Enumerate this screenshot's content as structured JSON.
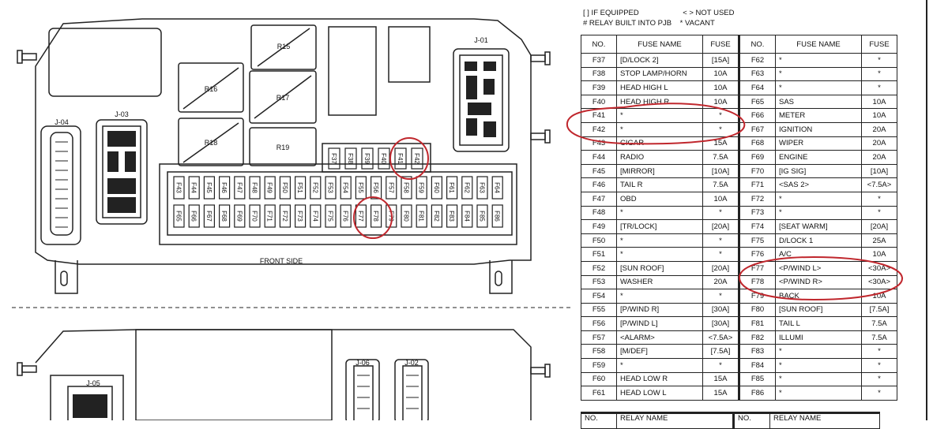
{
  "legend": {
    "if_equipped": "[ ] IF EQUIPPED",
    "not_used": "< > NOT USED",
    "relay_built": "# RELAY BUILT INTO PJB",
    "vacant": "*  VACANT"
  },
  "headers": {
    "no": "NO.",
    "fuse_name": "FUSE NAME",
    "fuse": "FUSE"
  },
  "relay_headers": {
    "no": "NO.",
    "relay_name": "RELAY NAME"
  },
  "left_rows": [
    {
      "no": "F37",
      "name": "[D/LOCK 2]",
      "fuse": "[15A]"
    },
    {
      "no": "F38",
      "name": "STOP LAMP/HORN",
      "fuse": "10A"
    },
    {
      "no": "F39",
      "name": "HEAD HIGH L",
      "fuse": "10A"
    },
    {
      "no": "F40",
      "name": "HEAD HIGH R",
      "fuse": "10A"
    },
    {
      "no": "F41",
      "name": "*",
      "fuse": "*"
    },
    {
      "no": "F42",
      "name": "*",
      "fuse": "*"
    },
    {
      "no": "F43",
      "name": "CIGAR",
      "fuse": "15A"
    },
    {
      "no": "F44",
      "name": "RADIO",
      "fuse": "7.5A"
    },
    {
      "no": "F45",
      "name": "[MIRROR]",
      "fuse": "[10A]"
    },
    {
      "no": "F46",
      "name": "TAIL R",
      "fuse": "7.5A"
    },
    {
      "no": "F47",
      "name": "OBD",
      "fuse": "10A"
    },
    {
      "no": "F48",
      "name": "*",
      "fuse": "*"
    },
    {
      "no": "F49",
      "name": "[TR/LOCK]",
      "fuse": "[20A]"
    },
    {
      "no": "F50",
      "name": "*",
      "fuse": "*"
    },
    {
      "no": "F51",
      "name": "*",
      "fuse": "*"
    },
    {
      "no": "F52",
      "name": "[SUN ROOF]",
      "fuse": "[20A]"
    },
    {
      "no": "F53",
      "name": "WASHER",
      "fuse": "20A"
    },
    {
      "no": "F54",
      "name": "*",
      "fuse": "*"
    },
    {
      "no": "F55",
      "name": "[P/WIND R]",
      "fuse": "[30A]"
    },
    {
      "no": "F56",
      "name": "[P/WIND L]",
      "fuse": "[30A]"
    },
    {
      "no": "F57",
      "name": "<ALARM>",
      "fuse": "<7.5A>"
    },
    {
      "no": "F58",
      "name": "[M/DEF]",
      "fuse": "[7.5A]"
    },
    {
      "no": "F59",
      "name": "*",
      "fuse": "*"
    },
    {
      "no": "F60",
      "name": "HEAD LOW R",
      "fuse": "15A"
    },
    {
      "no": "F61",
      "name": "HEAD LOW L",
      "fuse": "15A"
    }
  ],
  "right_rows": [
    {
      "no": "F62",
      "name": "*",
      "fuse": "*"
    },
    {
      "no": "F63",
      "name": "*",
      "fuse": "*"
    },
    {
      "no": "F64",
      "name": "*",
      "fuse": "*"
    },
    {
      "no": "F65",
      "name": "SAS",
      "fuse": "10A"
    },
    {
      "no": "F66",
      "name": "METER",
      "fuse": "10A"
    },
    {
      "no": "F67",
      "name": "IGNITION",
      "fuse": "20A"
    },
    {
      "no": "F68",
      "name": "WIPER",
      "fuse": "20A"
    },
    {
      "no": "F69",
      "name": "ENGINE",
      "fuse": "20A"
    },
    {
      "no": "F70",
      "name": "[IG SIG]",
      "fuse": "[10A]"
    },
    {
      "no": "F71",
      "name": "<SAS 2>",
      "fuse": "<7.5A>"
    },
    {
      "no": "F72",
      "name": "*",
      "fuse": "*"
    },
    {
      "no": "F73",
      "name": "*",
      "fuse": "*"
    },
    {
      "no": "F74",
      "name": "[SEAT WARM]",
      "fuse": "[20A]"
    },
    {
      "no": "F75",
      "name": "D/LOCK 1",
      "fuse": "25A"
    },
    {
      "no": "F76",
      "name": "A/C",
      "fuse": "10A"
    },
    {
      "no": "F77",
      "name": "<P/WIND L>",
      "fuse": "<30A>"
    },
    {
      "no": "F78",
      "name": "<P/WIND R>",
      "fuse": "<30A>"
    },
    {
      "no": "F79",
      "name": "BACK",
      "fuse": "10A"
    },
    {
      "no": "F80",
      "name": "[SUN ROOF]",
      "fuse": "[7.5A]"
    },
    {
      "no": "F81",
      "name": "TAIL L",
      "fuse": "7.5A"
    },
    {
      "no": "F82",
      "name": "ILLUMI",
      "fuse": "7.5A"
    },
    {
      "no": "F83",
      "name": "*",
      "fuse": "*"
    },
    {
      "no": "F84",
      "name": "*",
      "fuse": "*"
    },
    {
      "no": "F85",
      "name": "*",
      "fuse": "*"
    },
    {
      "no": "F86",
      "name": "*",
      "fuse": "*"
    }
  ],
  "diagram": {
    "front_side": "FRONT SIDE",
    "relays": [
      "R15",
      "R16",
      "R17",
      "R18",
      "R19"
    ],
    "connectors": [
      "J-01",
      "J-02",
      "J-03",
      "J-04",
      "J-05",
      "J-06"
    ],
    "small_fuses": [
      "F37",
      "F38",
      "F39",
      "F40",
      "F41",
      "F42"
    ],
    "fuse_row_1": [
      "F43",
      "F44",
      "F45",
      "F46",
      "F47",
      "F48",
      "F49",
      "F50",
      "F51",
      "F52",
      "F53",
      "F54",
      "F55",
      "F56",
      "F57",
      "F58",
      "F59",
      "F60",
      "F61",
      "F62",
      "F63",
      "F64"
    ],
    "fuse_row_2": [
      "F65",
      "F66",
      "F67",
      "F68",
      "F69",
      "F70",
      "F71",
      "F72",
      "F73",
      "F74",
      "F75",
      "F76",
      "F77",
      "F78",
      "F79",
      "F80",
      "F81",
      "F82",
      "F83",
      "F84",
      "F85",
      "F86"
    ]
  },
  "colors": {
    "line": "#222222",
    "highlight": "#c0272d"
  }
}
